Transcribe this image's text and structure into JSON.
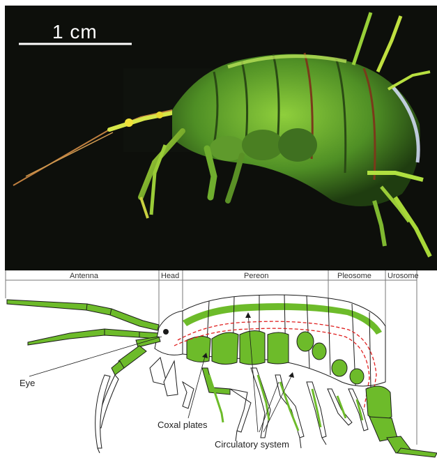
{
  "scale_bar": {
    "label": "1 cm"
  },
  "sections": {
    "antenna": "Antenna",
    "head": "Head",
    "pereon": "Pereon",
    "pleosome": "Pleosome",
    "urosome": "Urosome"
  },
  "callouts": {
    "eye": "Eye",
    "coxal_plates": "Coxal plates",
    "circulatory_system": "Circulatory system"
  },
  "colors": {
    "photo_background": "#0d0f0b",
    "body_green": "#6dbb2a",
    "bright_green": "#a8e03a",
    "highlight_yellow": "#e8e03a",
    "circulatory_red": "#e02020",
    "outline": "#1a1a1a"
  }
}
